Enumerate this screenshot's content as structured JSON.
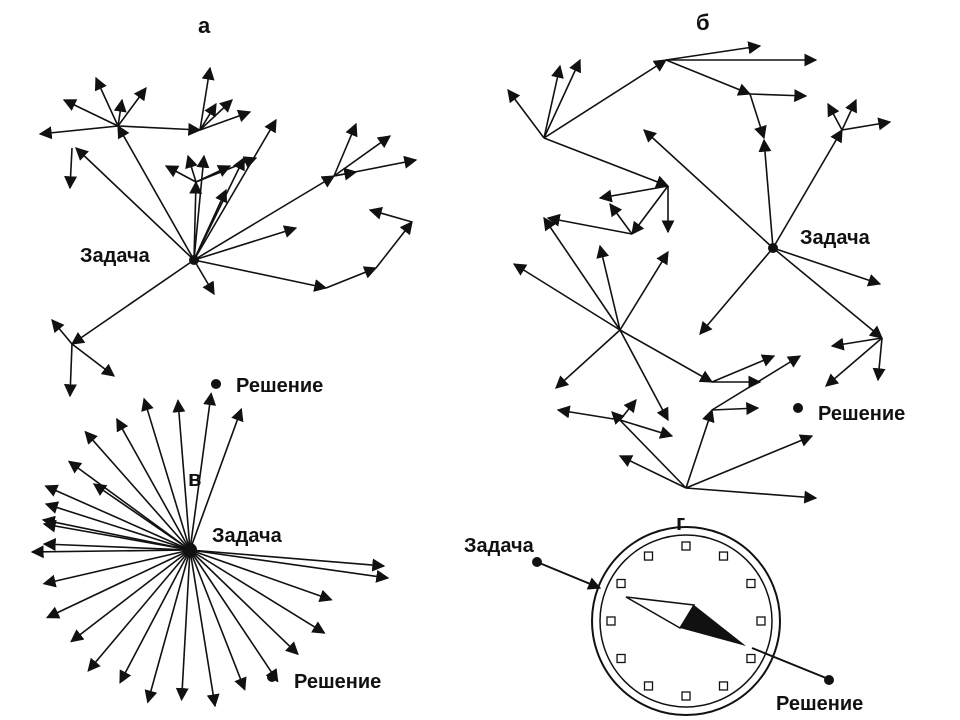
{
  "panels": {
    "a": {
      "letter": "а",
      "problem_label": "Задача",
      "solution_label": "Решение"
    },
    "b": {
      "letter": "б",
      "problem_label": "Задача",
      "solution_label": "Решение"
    },
    "c": {
      "letter": "в",
      "problem_label": "Задача",
      "solution_label": "Решение"
    },
    "d": {
      "letter": "г",
      "problem_label": "Задача",
      "solution_label": "Решение"
    }
  },
  "colors": {
    "ink": "#111111",
    "background": "#ffffff"
  }
}
